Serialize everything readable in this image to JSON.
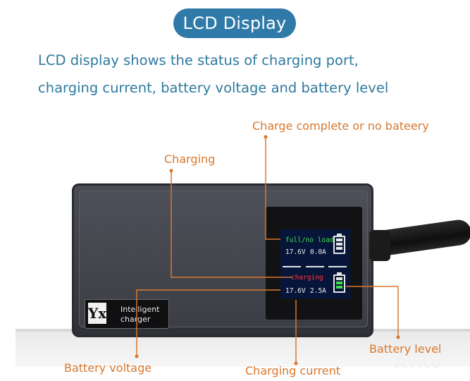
{
  "header": {
    "title": "LCD Display",
    "subtitle_line1": "LCD display shows the status of charging port,",
    "subtitle_line2": "charging current, battery voltage and battery level"
  },
  "callouts": {
    "charge_complete": "Charge complete or no bateery",
    "charging": "Charging",
    "battery_voltage": "Battery voltage",
    "charging_current": "Charging current",
    "battery_level": "Battery level"
  },
  "lcd": {
    "port1_status": "full/no  load",
    "port1_voltage": "17.6V",
    "port1_current": "0.0A",
    "port2_status": "charging",
    "port2_voltage": "17.6V",
    "port2_current": "2.5A"
  },
  "logo": {
    "mark": "Yx",
    "line1": "Intelligent",
    "line2": "charger"
  },
  "watermark": "Avito",
  "colors": {
    "accent": "#2f7aa8",
    "callout": "#d9772c",
    "lcd_green": "#3fe04a",
    "lcd_red": "#ff3b3b"
  }
}
